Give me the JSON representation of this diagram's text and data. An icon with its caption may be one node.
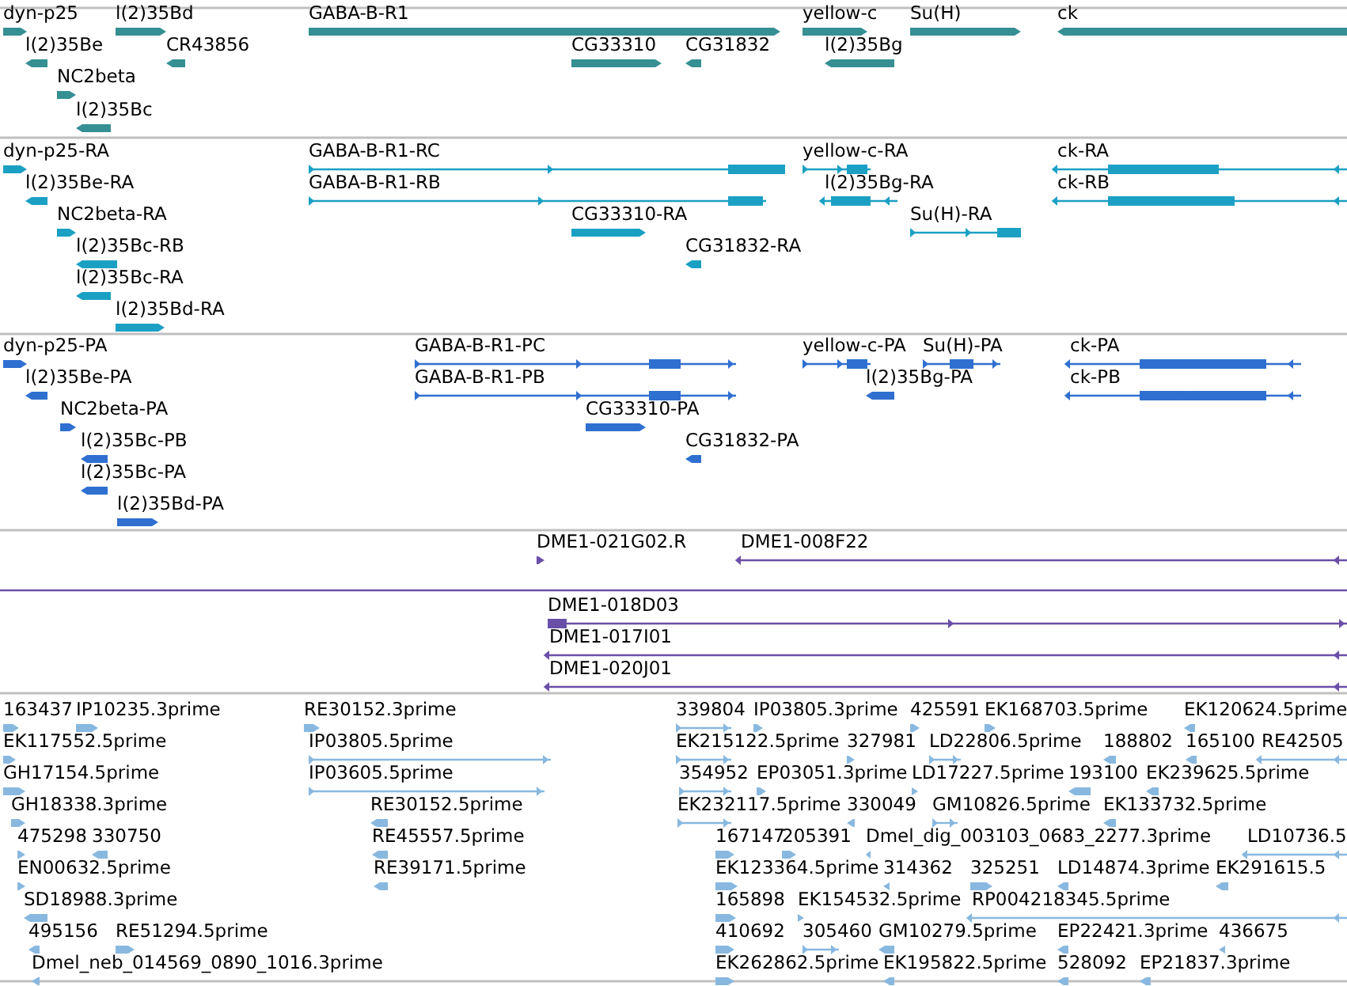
{
  "diagram": {
    "labels": [
      "dyn-p25",
      "l(2)35Bd",
      "GABA-B-R1",
      "yellow-c",
      "Su(H)",
      "ck",
      "l(2)35Be",
      "CR43856",
      "CG33310",
      "CG31832",
      "l(2)35Bg",
      "NC2beta",
      "l(2)35Bc",
      "dyn-p25-RA",
      "GABA-B-R1-RC",
      "yellow-c-RA",
      "ck-RA",
      "l(2)35Be-RA",
      "GABA-B-R1-RB",
      "l(2)35Bg-RA",
      "ck-RB",
      "NC2beta-RA",
      "CG33310-RA",
      "Su(H)-RA",
      "l(2)35Bc-RB",
      "CG31832-RA",
      "l(2)35Bc-RA",
      "l(2)35Bd-RA",
      "dyn-p25-PA",
      "GABA-B-R1-PC",
      "yellow-c-PA",
      "Su(H)-PA",
      "ck-PA",
      "l(2)35Be-PA",
      "GABA-B-R1-PB",
      "l(2)35Bg-PA",
      "ck-PB",
      "NC2beta-PA",
      "CG33310-PA",
      "l(2)35Bc-PB",
      "CG31832-PA",
      "l(2)35Bc-PA",
      "l(2)35Bd-PA",
      "DME1-021G02.R",
      "DME1-008F22",
      "DME1-018D03",
      "DME1-017I01",
      "DME1-020J01",
      "163437",
      "IP10235.3prime",
      "RE30152.3prime",
      "339804",
      "IP03805.3prime",
      "425591",
      "EK168703.5prime",
      "EK120624.5prime",
      "EK117552.5prime",
      "IP03805.5prime",
      "EK215122.5prime",
      "327981",
      "LD22806.5prime",
      "188802",
      "165100",
      "RE42505",
      "GH17154.5prime",
      "IP03605.5prime",
      "354952",
      "EP03051.3prime",
      "LD17227.5prime",
      "193100",
      "EK239625.5prime",
      "GH18338.3prime",
      "RE30152.5prime",
      "EK232117.5prime",
      "330049",
      "GM10826.5prime",
      "EK133732.5prime",
      "475298",
      "330750",
      "RE45557.5prime",
      "167147",
      "205391",
      "Dmel_dig_003103_0683_2277.3prime",
      "LD10736.5",
      "EN00632.5prime",
      "RE39171.5prime",
      "EK123364.5prime",
      "314362",
      "325251",
      "LD14874.3prime",
      "EK291615.5",
      "SD18988.3prime",
      "165898",
      "EK154532.5prime",
      "RP004218345.5prime",
      "495156",
      "RE51294.5prime",
      "410692",
      "305460",
      "GM10279.5prime",
      "EP22421.3prime",
      "436675",
      "Dmel_neb_014569_0890_1016.3prime",
      "EK262862.5prime",
      "EK195822.5prime",
      "528092",
      "EP21837.3prime"
    ]
  }
}
